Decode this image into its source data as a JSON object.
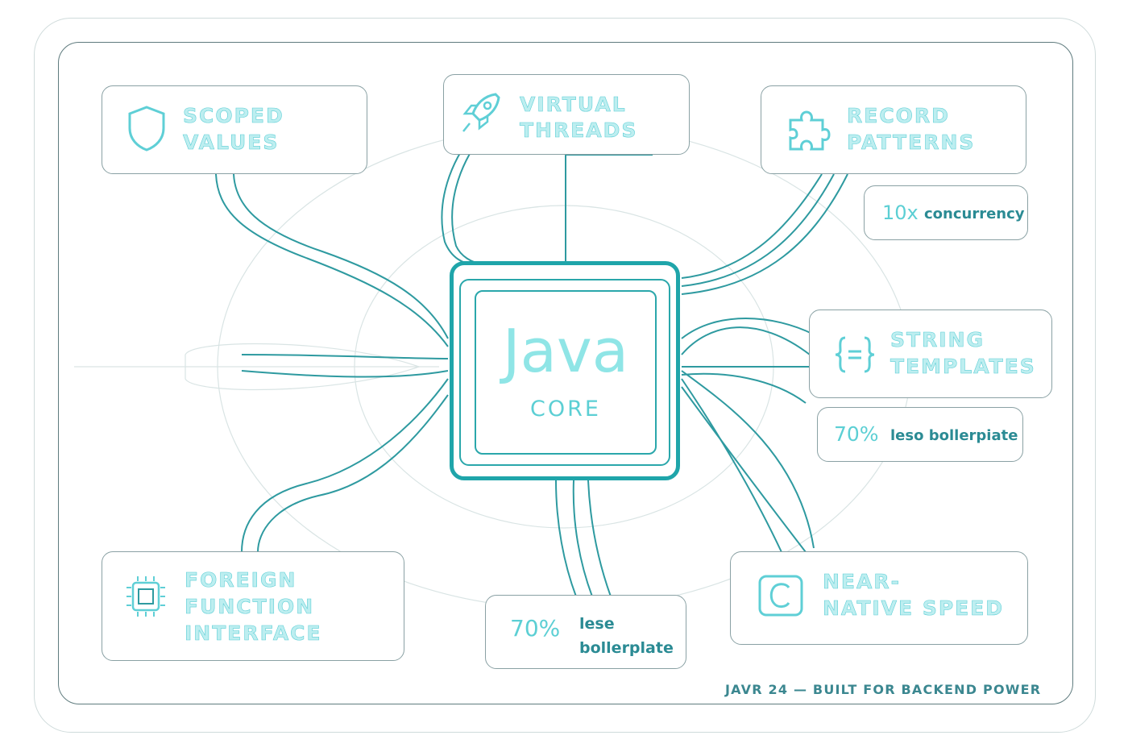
{
  "core": {
    "title": "Java",
    "subtitle": "CORE"
  },
  "features": {
    "scoped_values": {
      "line1": "SCOPED",
      "line2": "VALUES",
      "icon": "shield-icon"
    },
    "virtual_threads": {
      "line1": "VIRTUAL",
      "line2": "THREADS",
      "icon": "rocket-icon"
    },
    "record_patterns": {
      "line1": "RECORD",
      "line2": "PATTERNS",
      "icon": "puzzle-icon"
    },
    "string_templates": {
      "line1": "STRING",
      "line2": "TEMPLATES",
      "icon": "braces-icon"
    },
    "foreign_function": {
      "line1": "FOREIGN",
      "line2": "FUNCTION",
      "line3": "INTERFACE",
      "icon": "chip-icon"
    },
    "native_speed": {
      "line1": "NEAR-",
      "line2": "NATIVE SPEED",
      "icon": "c-letter-icon"
    }
  },
  "stats": {
    "concurrency": {
      "value": "10x",
      "label": "concurrency"
    },
    "boilerplate_right": {
      "value": "70%",
      "label": "leso bollerpiate"
    },
    "boilerplate_bottom": {
      "value": "70%",
      "label1": "lese",
      "label2": "bollerplate"
    }
  },
  "footer": {
    "text": "JAVR 24 — BUILT FOR BACKEND POWER"
  },
  "colors": {
    "accent": "#1fa5aa",
    "light_teal": "#8fe5e6",
    "text_dark": "#2b8b94",
    "border": "#8aa1a4"
  }
}
